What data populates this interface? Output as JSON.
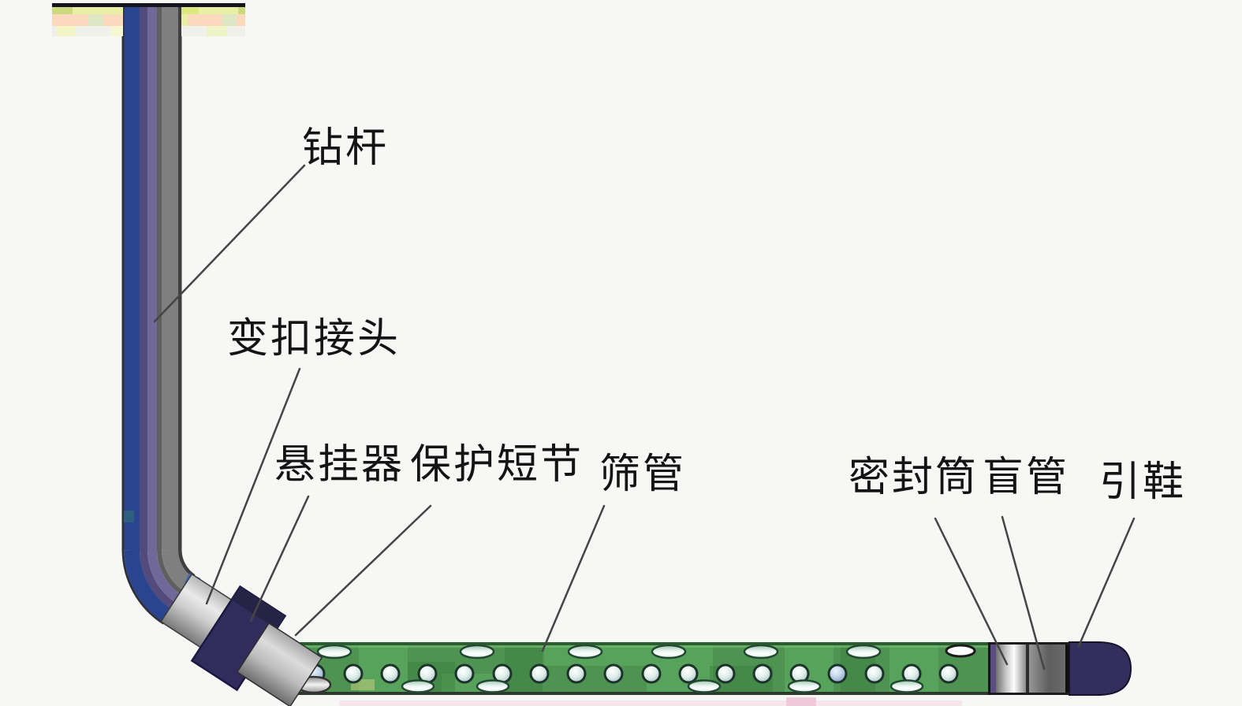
{
  "diagram": {
    "labels": {
      "drill_pipe": "钻杆",
      "crossover_joint": "变扣接头",
      "hanger": "悬挂器",
      "protective_sub": "保护短节",
      "screen_pipe": "筛管",
      "seal_bore": "密封筒",
      "blind_pipe": "盲管",
      "guide_shoe": "引鞋"
    },
    "colors": {
      "background": "#f7f7f6",
      "drill_pipe_blue": "#2a4590",
      "drill_pipe_purple_dark": "#534b7c",
      "drill_pipe_purple": "#6f6899",
      "drill_pipe_gray": "#7f7f7f",
      "hanger_navy": "#322c5c",
      "screen_green": "#4f9352",
      "seal_bore_silver": "#d9d9d9",
      "blind_pipe_gray": "#6a6a6a",
      "guide_shoe_navy": "#342e5e",
      "surface_sand_peach": "#fbd9bd",
      "surface_grass_yellow": "#e9f0a5",
      "leader_line": "#454545",
      "label_text": "#141414"
    }
  }
}
